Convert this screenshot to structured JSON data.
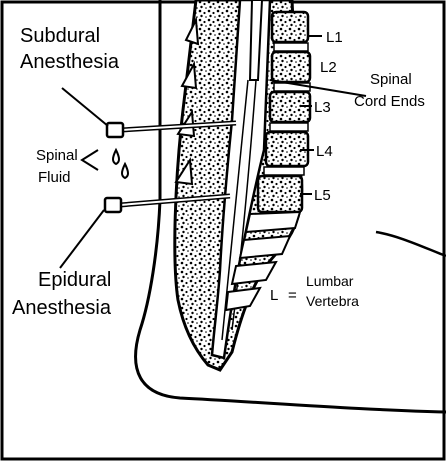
{
  "diagram": {
    "labels": {
      "subdural_line1": "Subdural",
      "subdural_line2": "Anesthesia",
      "spinal_fluid_line1": "Spinal",
      "spinal_fluid_line2": "Fluid",
      "epidural_line1": "Epidural",
      "epidural_line2": "Anesthesia",
      "cord_ends_line1": "Spinal",
      "cord_ends_line2": "Cord Ends",
      "legend_symbol": "L",
      "legend_equals": "=",
      "legend_line1": "Lumbar",
      "legend_line2": "Vertebra"
    },
    "vertebrae": [
      "L1",
      "L2",
      "L3",
      "L4",
      "L5"
    ]
  }
}
